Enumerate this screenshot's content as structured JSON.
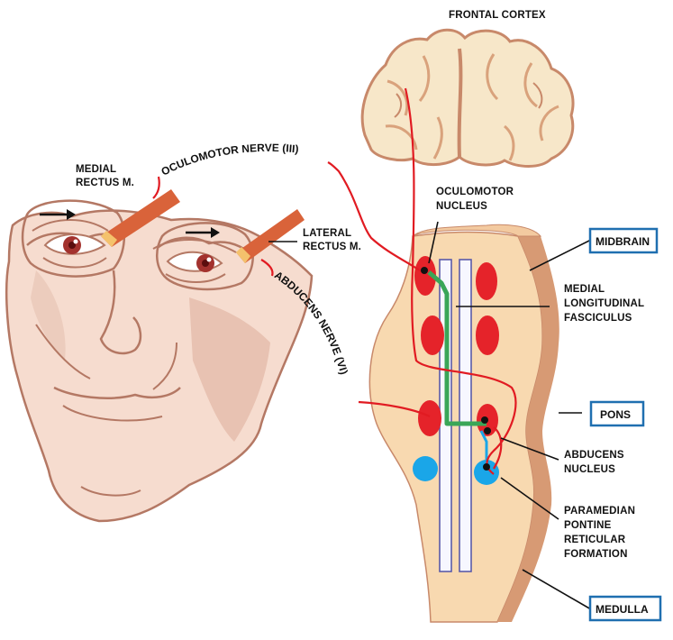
{
  "labels": {
    "frontal_cortex": "FRONTAL CORTEX",
    "oculomotor_nerve": "OCULOMOTOR NERVE (III)",
    "abducens_nerve": "ABDUCENS NERVE (VI)",
    "medial_rectus": [
      "MEDIAL",
      "RECTUS M."
    ],
    "lateral_rectus": [
      "LATERAL",
      "RECTUS M."
    ],
    "oculomotor_nucleus": [
      "OCULOMOTOR",
      "NUCLEUS"
    ],
    "mlf": [
      "MEDIAL",
      "LONGITUDINAL",
      "FASCICULUS"
    ],
    "abducens_nucleus": [
      "ABDUCENS",
      "NUCLEUS"
    ],
    "pprf": [
      "PARAMEDIAN",
      "PONTINE",
      "RETICULAR",
      "FORMATION"
    ]
  },
  "region_boxes": {
    "midbrain": "MIDBRAIN",
    "pons": "PONS",
    "medulla": "MEDULLA"
  },
  "colors": {
    "skin": "#f6dccf",
    "skin_outline": "#b47864",
    "brainstem": "#f8d9b0",
    "brainstem_shadow": "#c8896a",
    "nerve_red": "#e11b22",
    "nucleus_red": "#e5232a",
    "pprf_blue": "#1aa6e8",
    "mlf_green": "#3aa657",
    "box_border": "#1f6fb0",
    "muscle": "#d9633a",
    "iris": "#a3322e"
  },
  "icons": [
    "right-arrow-icon",
    "right-arrow-icon"
  ]
}
